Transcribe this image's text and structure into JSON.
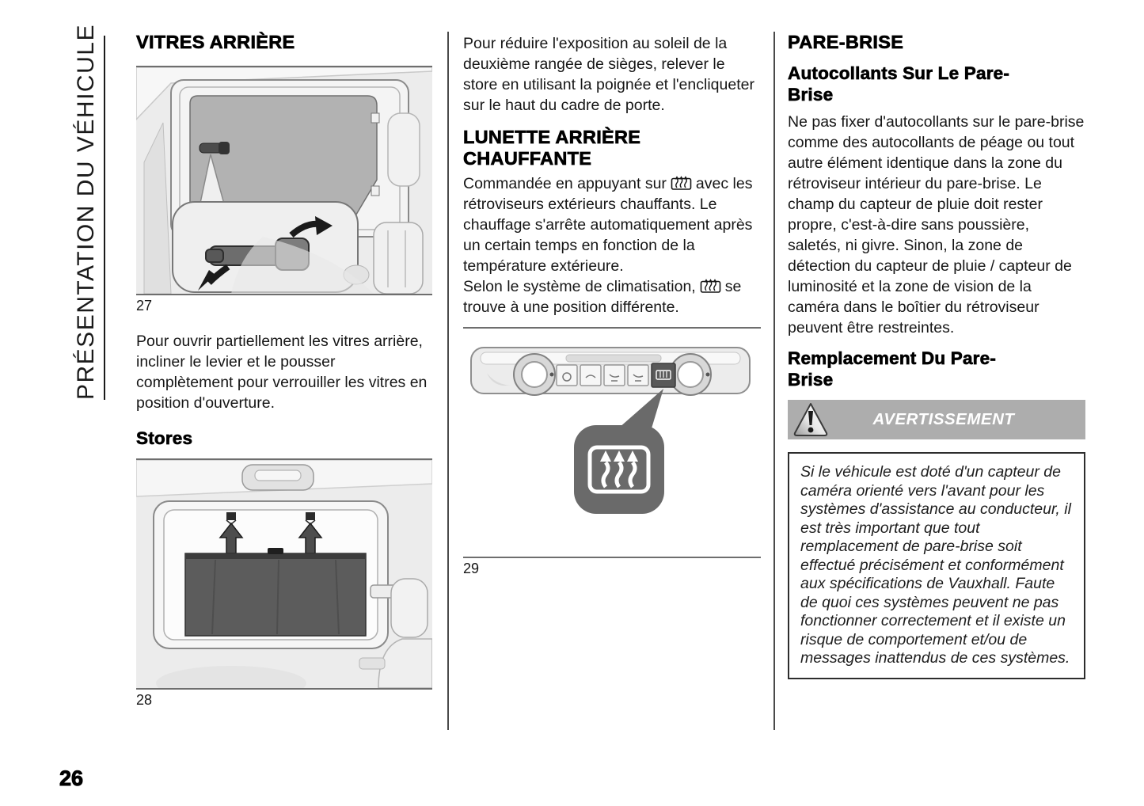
{
  "page": {
    "number": "26"
  },
  "sidebar": {
    "title": "PRÉSENTATION DU VÉHICULE"
  },
  "col1": {
    "heading_vitres": "VITRES ARRIÈRE",
    "fig27": {
      "caption": "27",
      "name": "rear-window-lever-illustration"
    },
    "para_open": "Pour ouvrir partiellement les vitres arrière, incliner le levier et le pousser complètement pour verrouiller les vitres en position d'ouverture.",
    "heading_stores": "Stores",
    "fig28": {
      "caption": "28",
      "name": "sunshade-illustration"
    }
  },
  "col2": {
    "para_store": "Pour réduire l'exposition au soleil de la deuxième rangée de sièges, relever le store en utilisant la poignée et l'encliqueter sur le haut du cadre de porte.",
    "heading_lunette": "LUNETTE ARRIÈRE CHAUFFANTE",
    "para_heat_a": "Commandée en appuyant sur",
    "para_heat_b": "avec les rétroviseurs extérieurs chauffants. Le chauffage s'arrête automatiquement après un certain temps en fonction de la température extérieure.",
    "para_pos_a": "Selon le système de climatisation,",
    "para_pos_b": "se trouve à une position différente.",
    "fig29": {
      "caption": "29",
      "name": "climate-panel-defrost-illustration"
    }
  },
  "col3": {
    "heading_parebrise": "PARE-BRISE",
    "sub_autocollants": "Autocollants Sur Le Pare-Brise",
    "para_stickers": "Ne pas fixer d'autocollants sur le pare-brise comme des autocollants de péage ou tout autre élément identique dans la zone du rétroviseur intérieur du pare-brise. Le champ du capteur de pluie doit rester propre, c'est-à-dire sans poussière, saletés, ni givre. Sinon, la zone de détection du capteur de pluie / capteur de luminosité et la zone de vision de la caméra dans le boîtier du rétroviseur peuvent être restreintes.",
    "sub_remplacement": "Remplacement Du Pare-Brise",
    "warning": {
      "label": "AVERTISSEMENT",
      "body": "Si le véhicule est doté d'un capteur de caméra orienté vers l'avant pour les systèmes d'assistance au conducteur, il est très important que tout remplacement de pare-brise soit effectué précisément et conformément aux spécifications de Vauxhall. Faute de quoi ces systèmes peuvent ne pas fonctionner correctement et il existe un risque de comportement et/ou de messages inattendus de ces systèmes."
    }
  },
  "icons": {
    "defrost": "rear-window-defrost-icon",
    "warning": "warning-triangle-icon"
  },
  "colors": {
    "banner_gray": "#adadad",
    "figure_bg": "#ececec",
    "balloon_gray": "#6a6a6a",
    "shade_gray": "#5c5c5c",
    "text": "#151515"
  }
}
